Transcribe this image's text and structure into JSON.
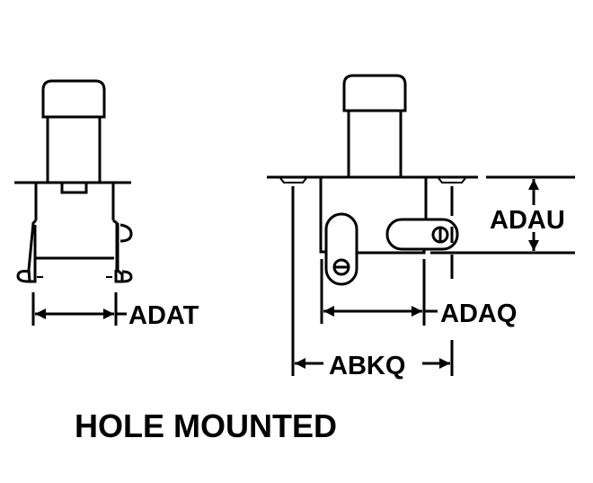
{
  "diagram": {
    "title": "HOLE MOUNTED",
    "dimensions": {
      "side_width": "ADAT",
      "body_height": "ADAU",
      "slot_spacing": "ADAQ",
      "overall_width": "ABKQ"
    },
    "colors": {
      "ink": "#000000",
      "background": "#ffffff"
    }
  }
}
